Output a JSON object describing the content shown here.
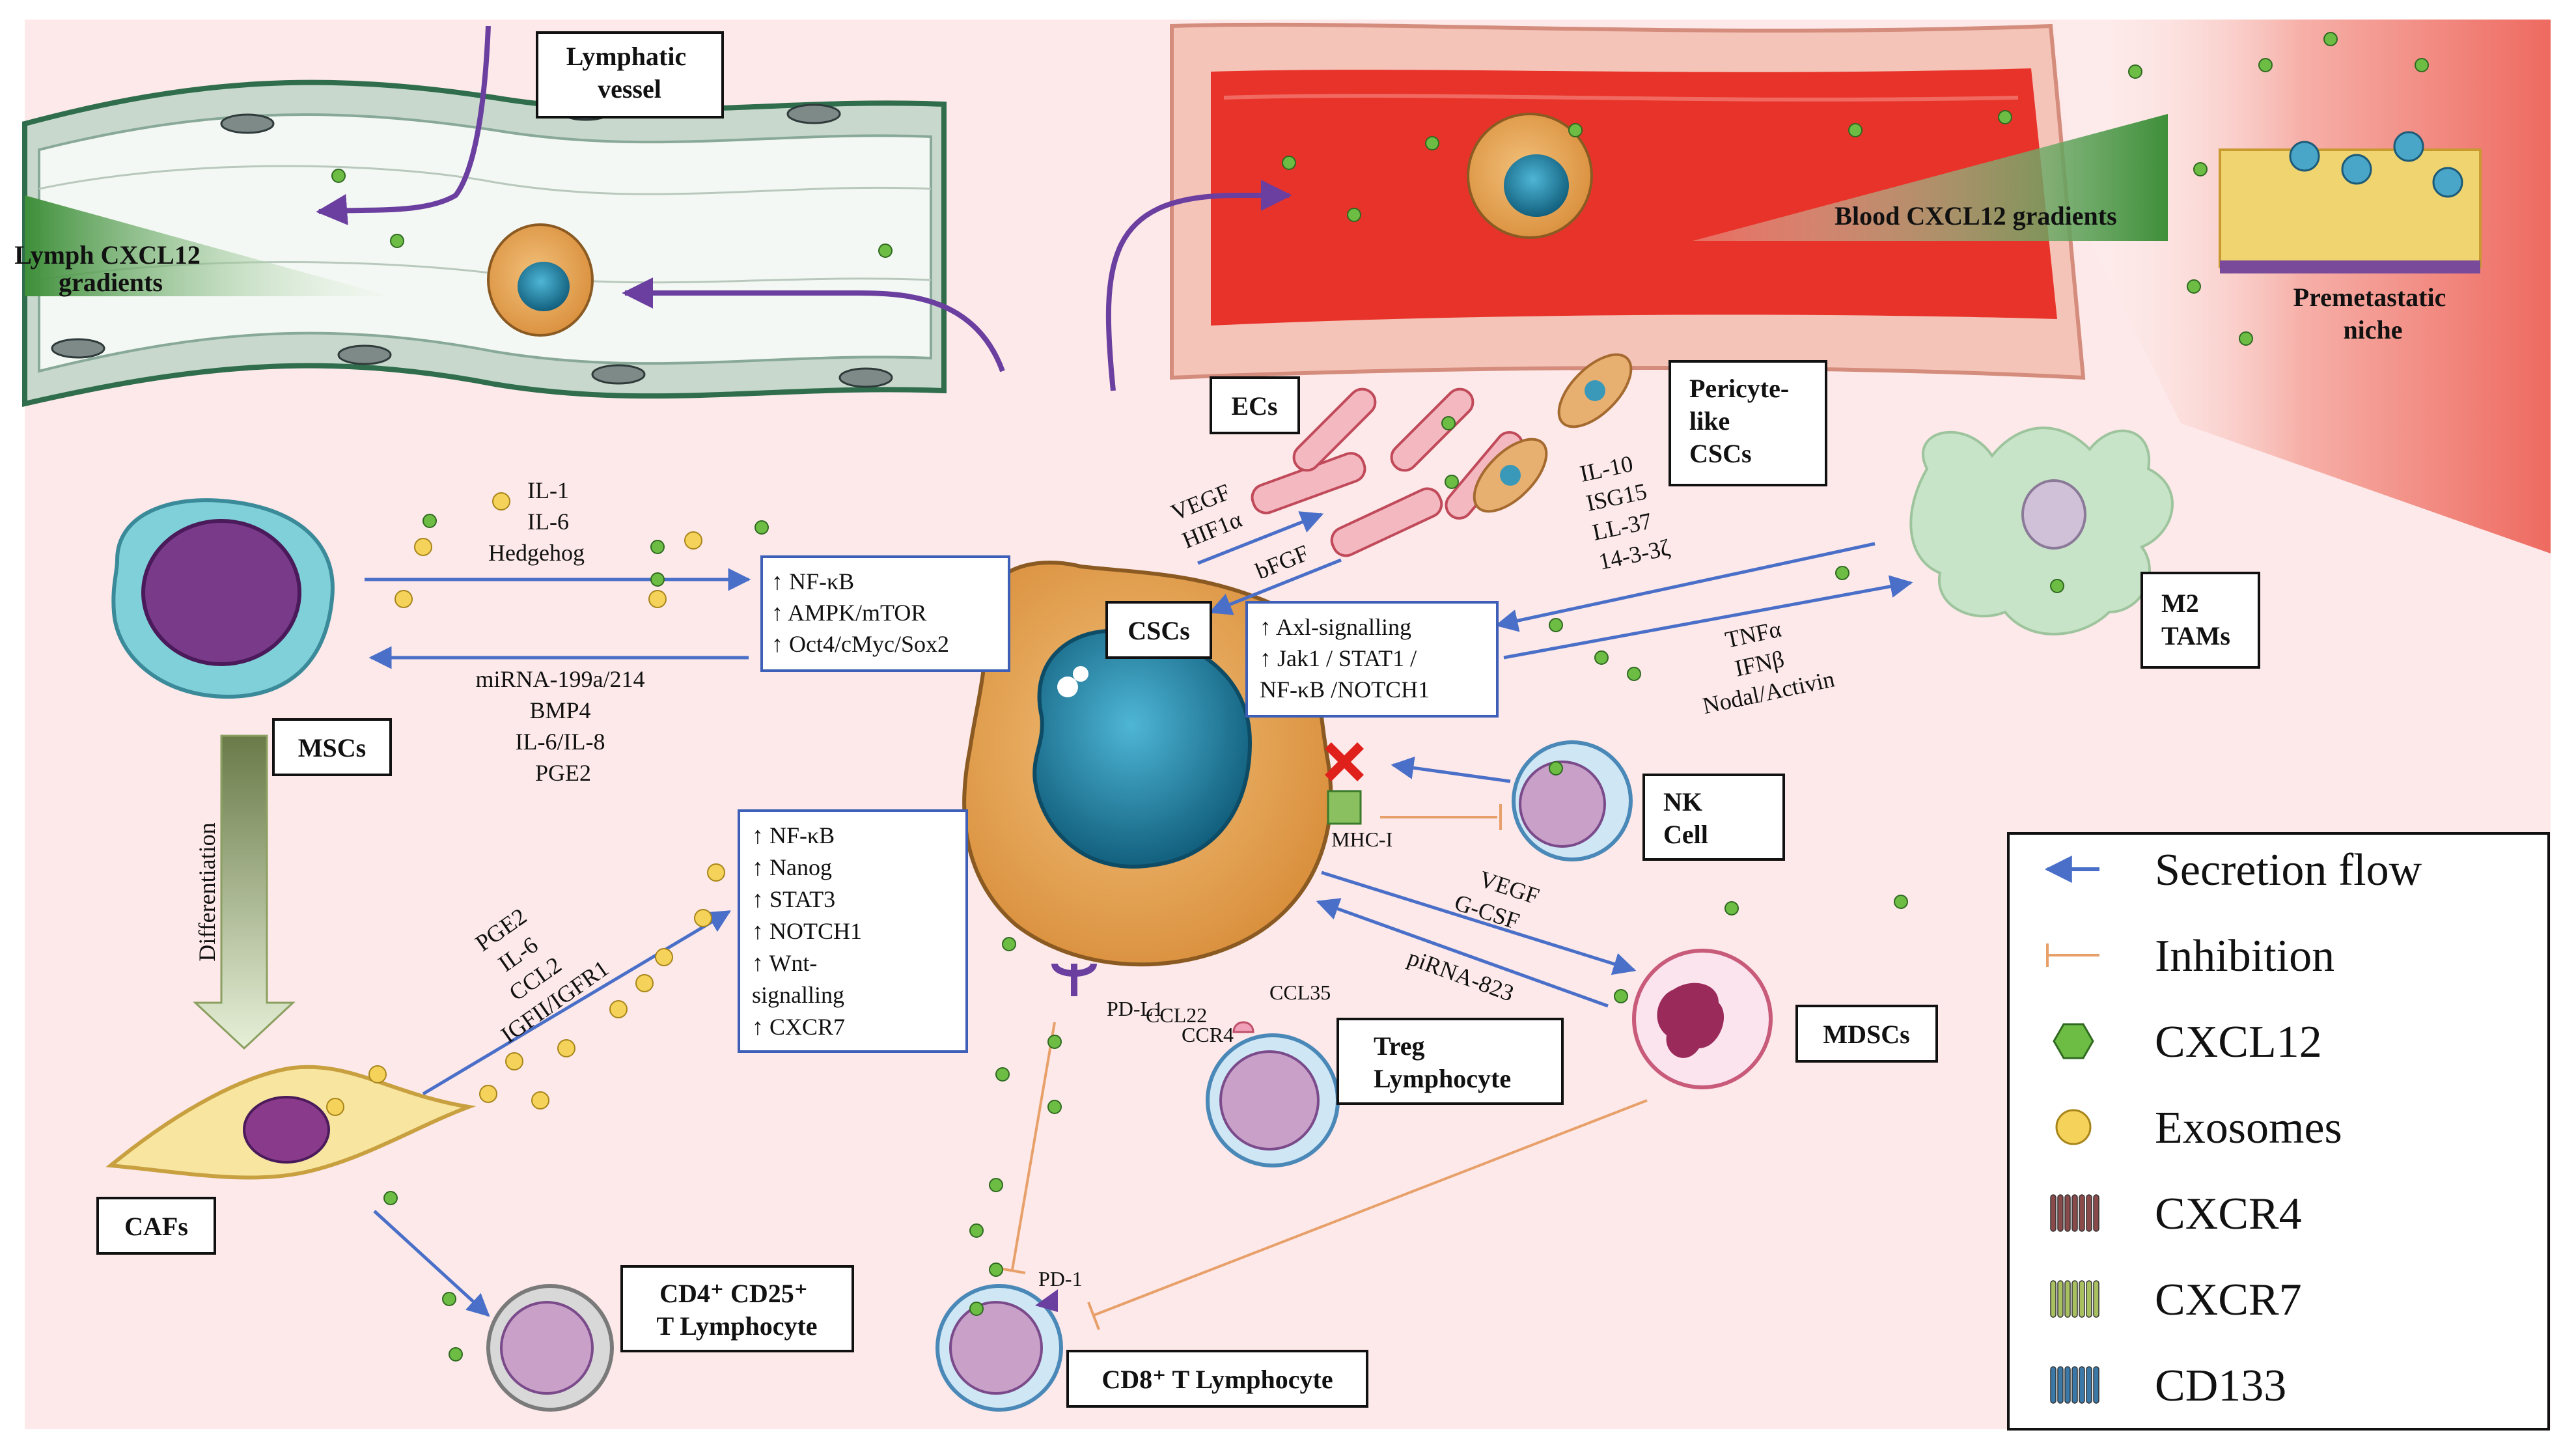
{
  "boxes": {
    "lymphatic_vessel": [
      "Lymphatic",
      "vessel"
    ],
    "ecs": "ECs",
    "pericyte": [
      "Pericyte-",
      "like",
      "CSCs"
    ],
    "cscs": "CSCs",
    "mscs": "MSCs",
    "m2_tams": [
      "M2",
      "TAMs"
    ],
    "nk_cell": [
      "NK",
      "Cell"
    ],
    "mdscs": "MDSCs",
    "treg": [
      "Treg",
      "Lymphocyte"
    ],
    "cafs": "CAFs",
    "cd4": [
      "CD4⁺ CD25⁺",
      "T Lymphocyte"
    ],
    "cd8": "CD8⁺ T Lymphocyte"
  },
  "gradients": {
    "lymph": [
      "Lymph CXCL12",
      "gradients"
    ],
    "blood": "Blood CXCL12 gradients",
    "niche": [
      "Premetastatic",
      "niche"
    ]
  },
  "pathways": {
    "mscs": [
      "↑ NF-κB",
      "↑ AMPK/mTOR",
      "↑ Oct4/cMyc/Sox2"
    ],
    "tams": [
      "↑ Axl-signalling",
      "↑ Jak1 / STAT1 /",
      "NF-κB /NOTCH1"
    ],
    "cafs": [
      "↑ NF-κB",
      "↑ Nanog",
      "↑ STAT3",
      "↑ NOTCH1",
      "↑ Wnt-",
      "signalling",
      "↑ CXCR7"
    ]
  },
  "secretions": {
    "msc_in": [
      "IL-1",
      "IL-6",
      "Hedgehog"
    ],
    "msc_out": [
      "miRNA-199a/214",
      "BMP4",
      "IL-6/IL-8",
      "PGE2"
    ],
    "ec_in": [
      "VEGF",
      "HIF1α"
    ],
    "ec_out": "bFGF",
    "tam_in": [
      "IL-10",
      "ISG15",
      "LL-37",
      "14-3-3ζ"
    ],
    "tam_out": [
      "TNFα",
      "IFNβ",
      "Nodal/Activin"
    ],
    "caf_in": [
      "PGE2",
      "IL-6",
      "CCL2",
      "IGFII/IGFR1"
    ],
    "mdsc_out": [
      "VEGF",
      "G-CSF"
    ],
    "mdsc_in": "piRNA-823",
    "differentiation": "Differentiation"
  },
  "markers": {
    "mhc": "MHC-I",
    "ccl35": "CCL35",
    "ccl22": "CCL22",
    "ccr4": "CCR4",
    "pdl1": "PD-L1",
    "pd1": "PD-1"
  },
  "legend": [
    {
      "label": "Secretion flow",
      "icon": "arrow-icon"
    },
    {
      "label": "Inhibition",
      "icon": "inhibition-icon"
    },
    {
      "label": "CXCL12",
      "icon": "hexagon-icon"
    },
    {
      "label": "Exosomes",
      "icon": "circle-icon"
    },
    {
      "label": "CXCR4",
      "icon": "receptor-icon"
    },
    {
      "label": "CXCR7",
      "icon": "receptor-icon"
    },
    {
      "label": "CD133",
      "icon": "receptor-icon"
    }
  ],
  "colors": {
    "background": "#fde9e9",
    "arrow": "#4a6fc8",
    "inhibition": "#e8a06a",
    "cxcl12": "#6dbd45",
    "exosome": "#f5d25a",
    "blood": "#e8332a",
    "cxcr4": "#8a4a4a",
    "cxcr7": "#a8c060",
    "cd133": "#3a78a8",
    "pathway_border": "#3d5fb8"
  }
}
